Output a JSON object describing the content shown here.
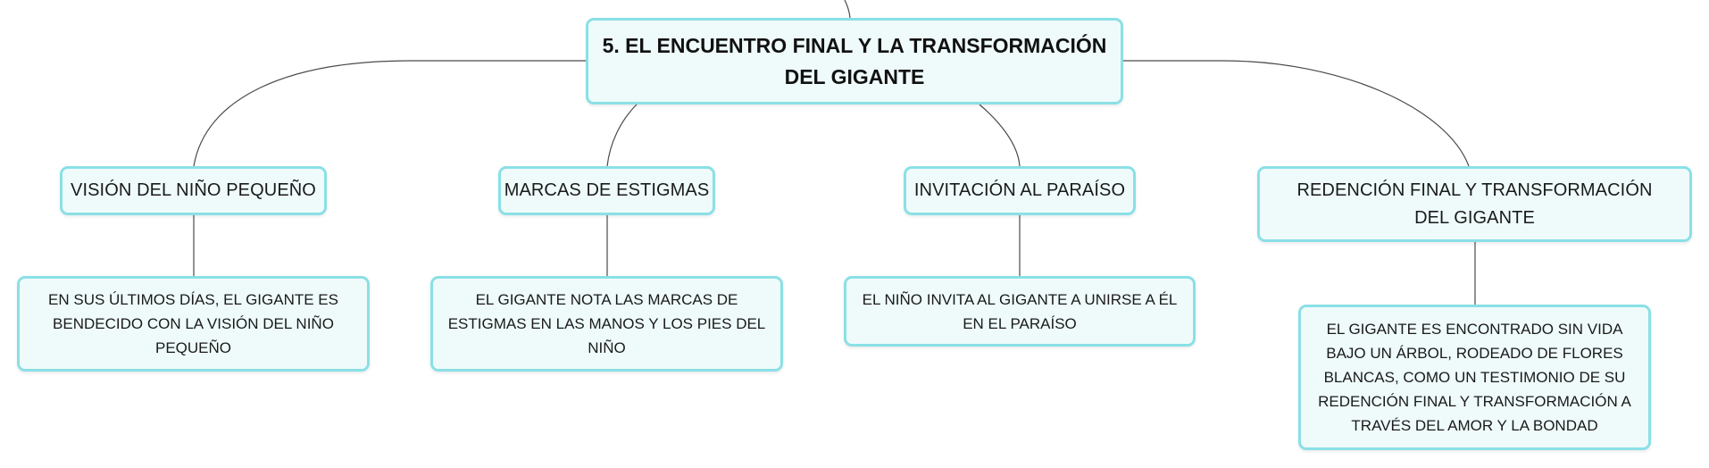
{
  "central": {
    "text": "5. EL ENCUENTRO FINAL Y LA TRANSFORMACIÓN DEL GIGANTE"
  },
  "branches": [
    {
      "label": "VISIÓN DEL NIÑO PEQUEÑO",
      "detail": "EN SUS ÚLTIMOS DÍAS, EL GIGANTE ES BENDECIDO CON LA VISIÓN DEL NIÑO PEQUEÑO"
    },
    {
      "label": "MARCAS DE ESTIGMAS",
      "detail": "EL GIGANTE NOTA LAS MARCAS DE ESTIGMAS EN LAS MANOS Y LOS PIES DEL NIÑO"
    },
    {
      "label": "INVITACIÓN AL PARAÍSO",
      "detail": "EL NIÑO INVITA AL GIGANTE A UNIRSE A ÉL EN EL PARAÍSO"
    },
    {
      "label": "REDENCIÓN FINAL Y TRANSFORMACIÓN DEL GIGANTE",
      "detail": "EL GIGANTE ES ENCONTRADO SIN VIDA BAJO UN ÁRBOL, RODEADO DE FLORES BLANCAS, COMO UN TESTIMONIO DE SU REDENCIÓN FINAL Y TRANSFORMACIÓN A TRAVÉS DEL AMOR Y LA BONDAD"
    }
  ],
  "colors": {
    "node_fill": "#effbfb",
    "node_border": "#8ae0e6",
    "connector": "#4a4a4a",
    "text": "#1a1a1a"
  }
}
